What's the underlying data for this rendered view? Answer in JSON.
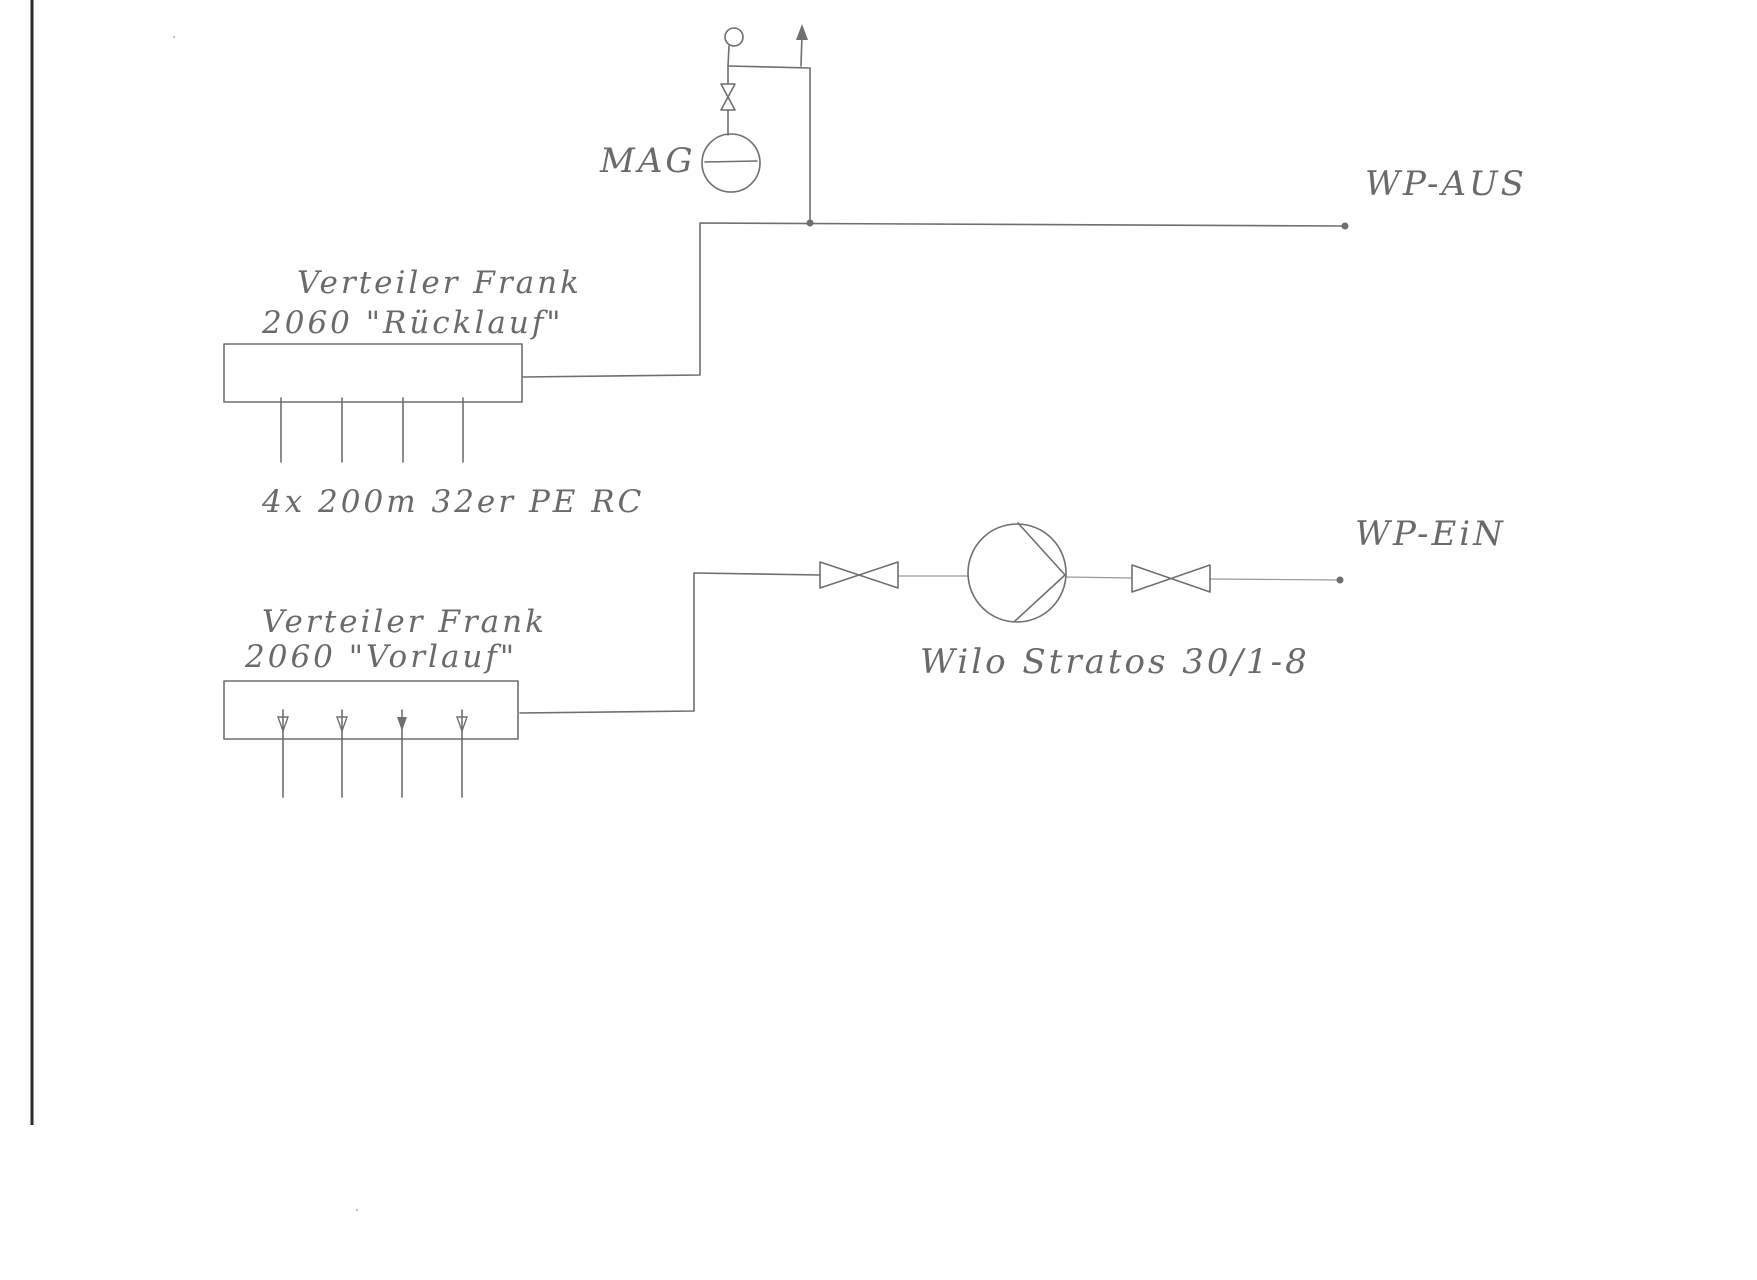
{
  "diagram": {
    "labels": {
      "mag": "MAG",
      "wp_out": "WP-AUS",
      "wp_in": "WP-EiN",
      "return_manifold_line1": "Verteiler Frank",
      "return_manifold_line2": "2060 \"Rücklauf\"",
      "collectors": "4x 200m 32er PE RC",
      "supply_manifold_line1": "Verteiler Frank",
      "supply_manifold_line2": "2060 \"Vorlauf\"",
      "pump": "Wilo Stratos 30/1-8"
    },
    "colors": {
      "paper": "#ffffff",
      "pencil": "#6f6f6f",
      "scan_edge": "#2b2b2b"
    },
    "icons": {
      "expansion_vessel": "expansion-vessel-icon",
      "gauge": "pressure-gauge-icon",
      "vent": "air-vent-arrow-icon",
      "valve": "gate-valve-icon",
      "pump": "circulation-pump-icon"
    }
  }
}
